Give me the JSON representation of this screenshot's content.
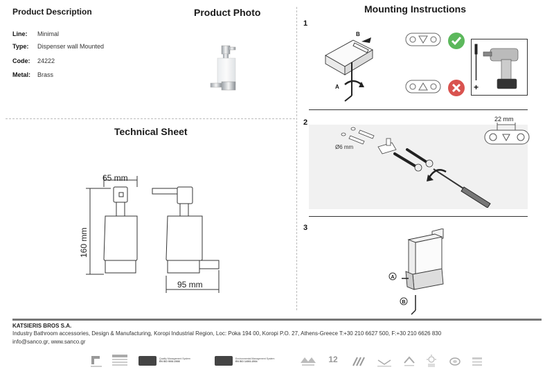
{
  "headings": {
    "product_description": "Product Description",
    "product_photo": "Product Photo",
    "mounting_instructions": "Mounting Instructions",
    "technical_sheet": "Technical Sheet"
  },
  "specs": [
    {
      "key": "Line:",
      "value": "Minimal"
    },
    {
      "key": "Type:",
      "value": "Dispenser wall Mounted"
    },
    {
      "key": "Code:",
      "value": "24222"
    },
    {
      "key": "Metal:",
      "value": "Brass"
    }
  ],
  "technical": {
    "width_label": "65 mm",
    "height_label": "160 mm",
    "depth_label": "95 mm"
  },
  "steps": {
    "step1": {
      "number": "1",
      "label_a": "A",
      "label_b": "B"
    },
    "step2": {
      "number": "2",
      "spacing_label": "22 mm",
      "screw_label": "Ø6 mm"
    },
    "step3": {
      "number": "3",
      "label_a": "A",
      "label_b": "B"
    }
  },
  "footer": {
    "company": "KATSIERIS BROS S.A.",
    "address_line": "Industry Bathroom accessories, Design & Manufacturing, Koropi Industrial Region, Loc: Poka 194 00, Koropi P.O. 27, Athens-Greece   T:+30 210 6627 500, F:+30 210 6626 830",
    "contact_line": "info@sanco.gr, www.sanco.gr",
    "cert1_title": "Quality Management System",
    "cert1_iso": "EN ISO 9001:2008",
    "cert2_title": "Environmental Management System",
    "cert2_iso": "EN ISO 14001:2004",
    "badge_12": "12"
  },
  "colors": {
    "ok": "#5cb85c",
    "bad": "#d9534f",
    "metal_dark": "#555555"
  }
}
